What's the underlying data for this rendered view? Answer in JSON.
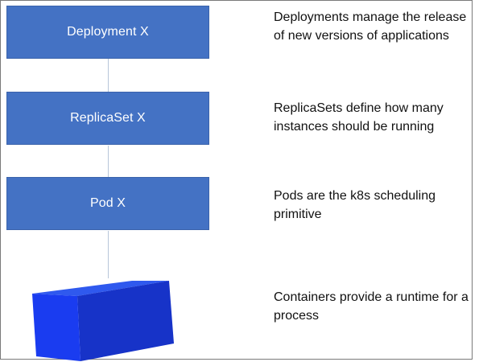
{
  "diagram": {
    "hierarchy": [
      {
        "label": "Deployment X",
        "description": "Deployments manage the release of new versions of applications"
      },
      {
        "label": "ReplicaSet X",
        "description": "ReplicaSets define how many instances should be running"
      },
      {
        "label": "Pod X",
        "description": "Pods are the k8s scheduling primitive"
      }
    ],
    "container": {
      "description": "Containers provide a runtime for a process",
      "colors": {
        "top": "#2f59ee",
        "front": "#1a3cf0",
        "side": "#1733c8"
      }
    },
    "colors": {
      "box_fill": "#4472c4",
      "connector": "#b7c6d9",
      "text": "#111111"
    }
  }
}
